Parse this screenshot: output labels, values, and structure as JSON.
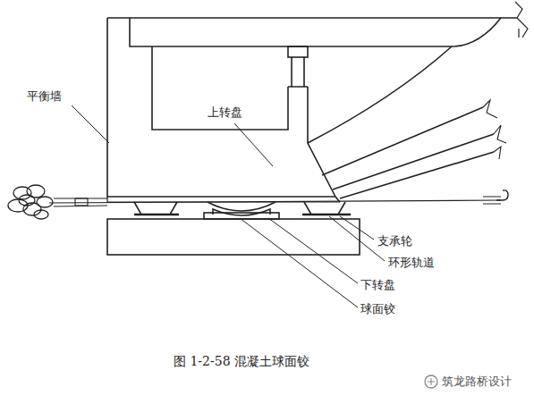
{
  "diagram": {
    "caption": "图 1-2-58 混凝土球面铰",
    "labels": [
      "平衡墙",
      "上转盘",
      "支承轮",
      "环形轨道",
      "下转盘",
      "球面铰",
      "筑龙路桥设计"
    ]
  }
}
